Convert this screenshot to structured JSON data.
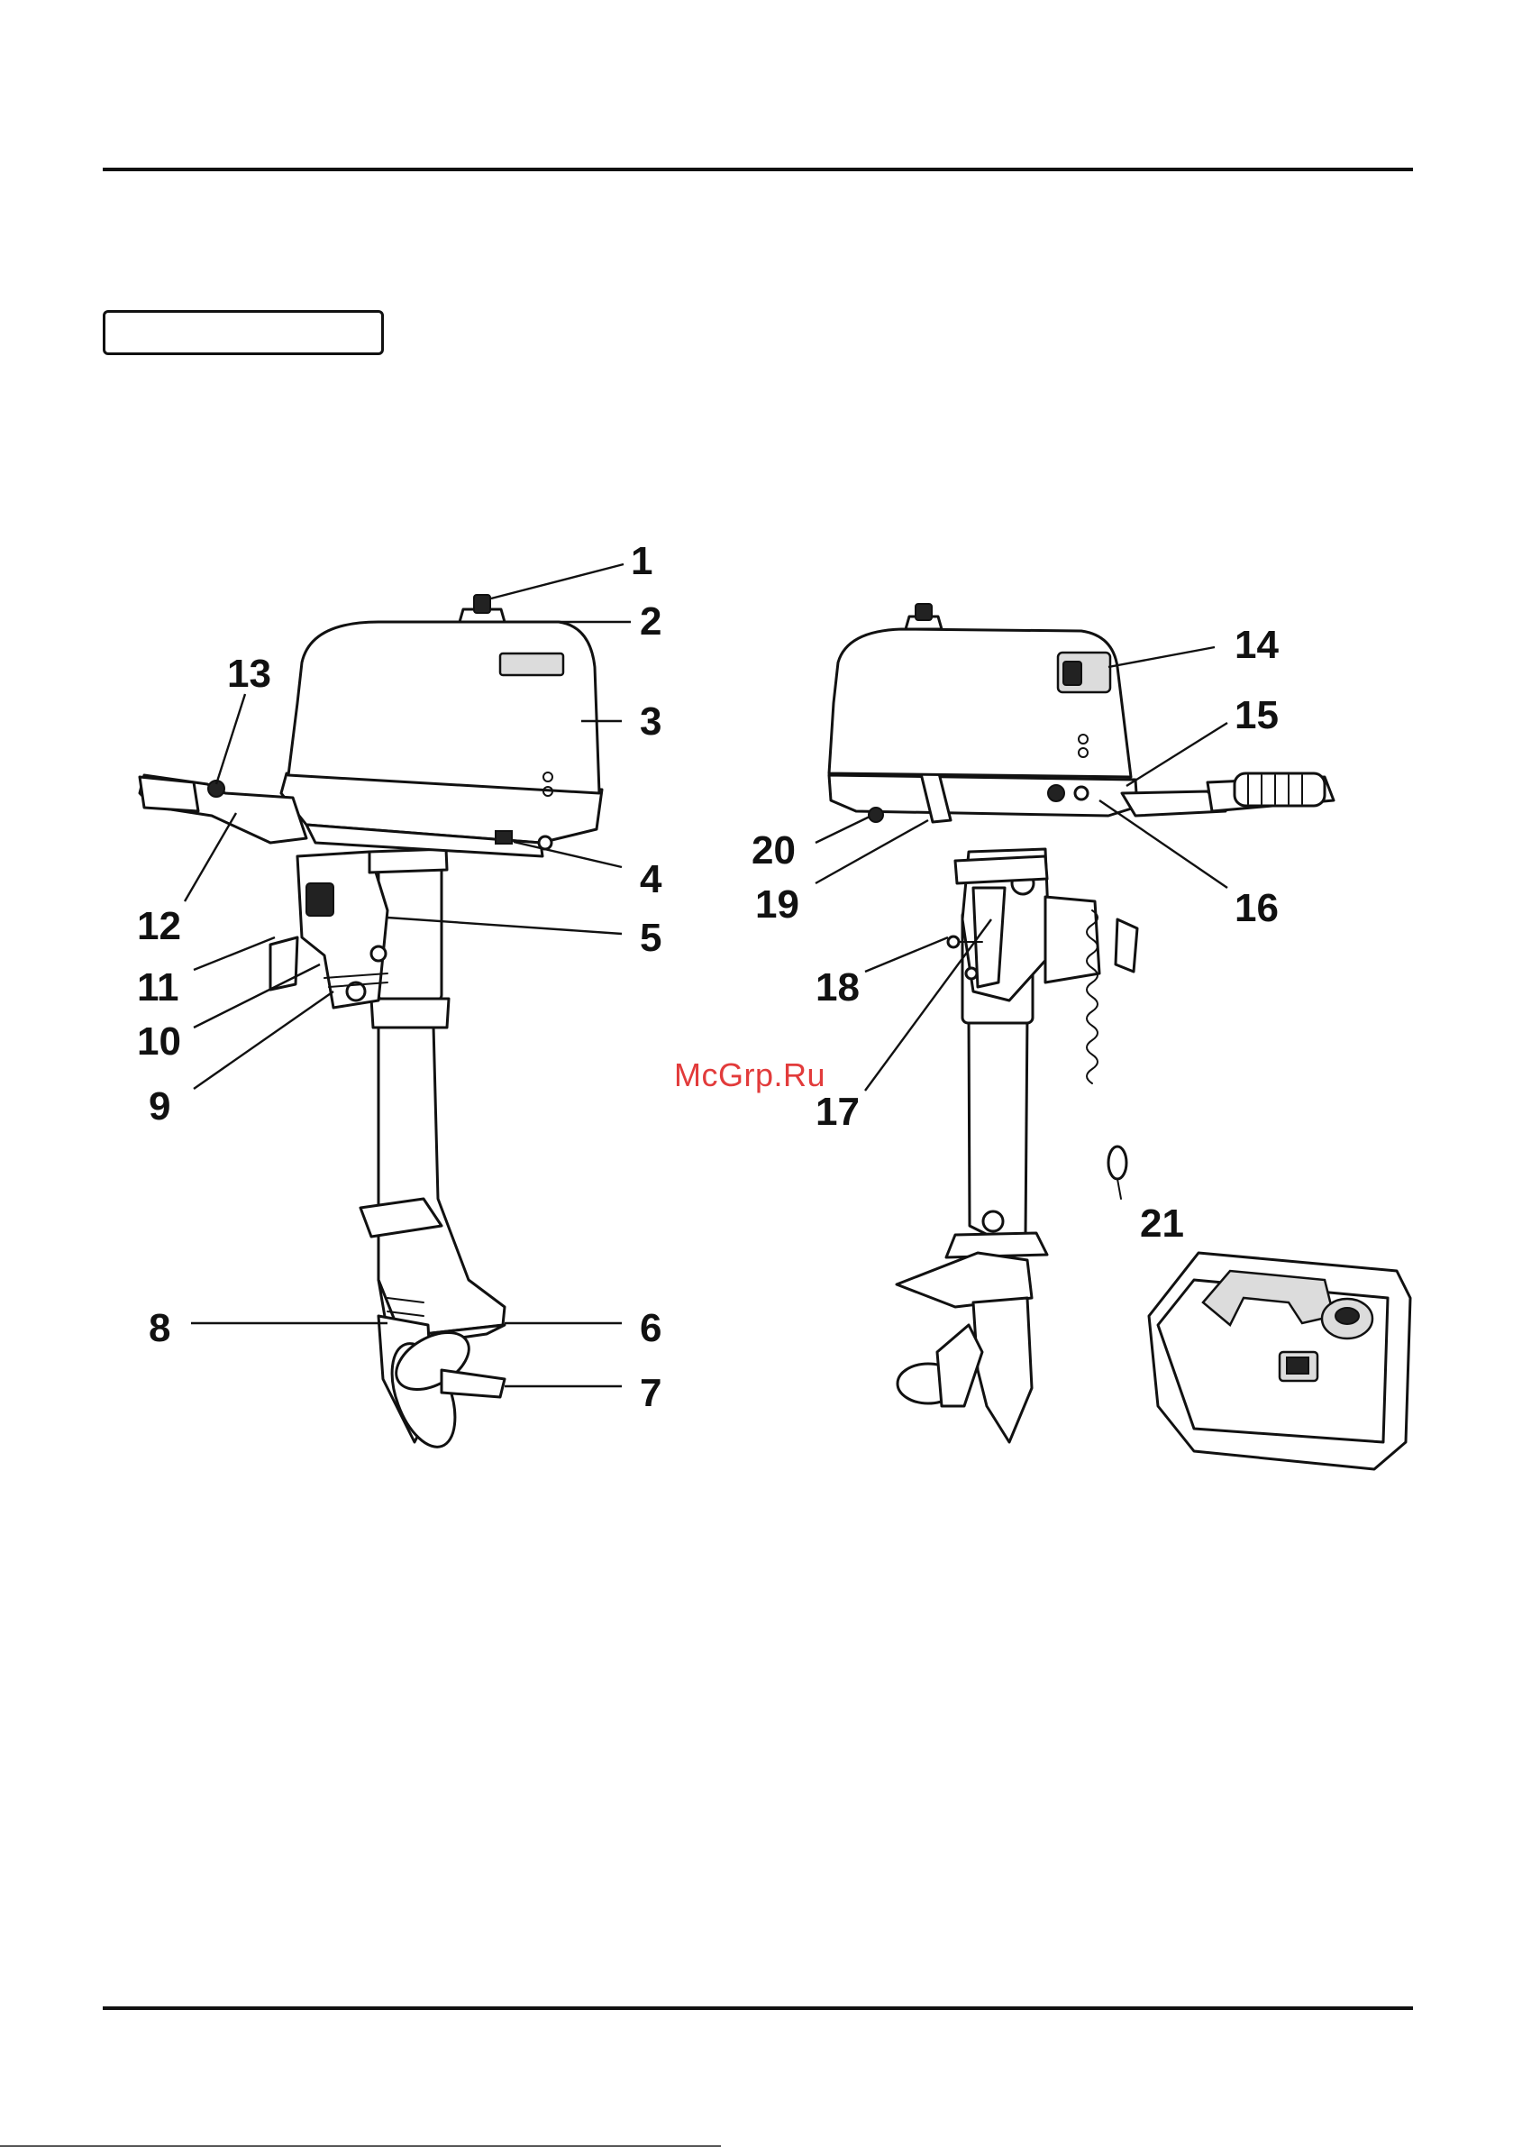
{
  "watermark": "McGrp.Ru",
  "callouts": [
    {
      "id": "1",
      "label": "1"
    },
    {
      "id": "2",
      "label": "2"
    },
    {
      "id": "3",
      "label": "3"
    },
    {
      "id": "4",
      "label": "4"
    },
    {
      "id": "5",
      "label": "5"
    },
    {
      "id": "6",
      "label": "6"
    },
    {
      "id": "7",
      "label": "7"
    },
    {
      "id": "8",
      "label": "8"
    },
    {
      "id": "9",
      "label": "9"
    },
    {
      "id": "10",
      "label": "10"
    },
    {
      "id": "11",
      "label": "11"
    },
    {
      "id": "12",
      "label": "12"
    },
    {
      "id": "13",
      "label": "13"
    },
    {
      "id": "14",
      "label": "14"
    },
    {
      "id": "15",
      "label": "15"
    },
    {
      "id": "16",
      "label": "16"
    },
    {
      "id": "17",
      "label": "17"
    },
    {
      "id": "18",
      "label": "18"
    },
    {
      "id": "19",
      "label": "19"
    },
    {
      "id": "20",
      "label": "20"
    },
    {
      "id": "21",
      "label": "21"
    }
  ],
  "colors": {
    "ink": "#111111",
    "watermark": "#e23b3b",
    "paper": "#ffffff"
  }
}
